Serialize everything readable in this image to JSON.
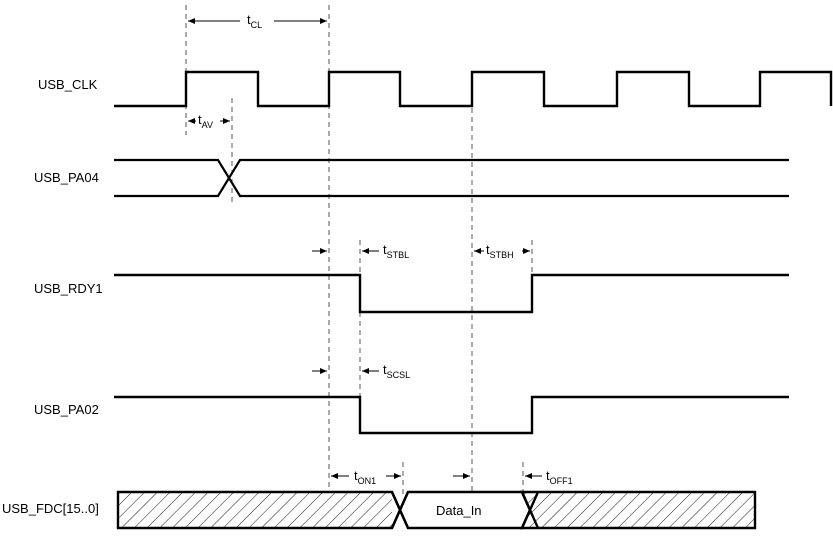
{
  "signals": [
    {
      "id": "clk",
      "label": "USB_CLK"
    },
    {
      "id": "pa04",
      "label": "USB_PA04"
    },
    {
      "id": "rdy1",
      "label": "USB_RDY1"
    },
    {
      "id": "pa02",
      "label": "USB_PA02"
    },
    {
      "id": "fdc",
      "label": "USB_FDC[15..0]"
    }
  ],
  "timings": {
    "tCL": {
      "main": "t",
      "sub": "CL"
    },
    "tAV": {
      "main": "t",
      "sub": "AV"
    },
    "tSTBL": {
      "main": "t",
      "sub": "STBL"
    },
    "tSTBH": {
      "main": "t",
      "sub": "STBH"
    },
    "tSCSL": {
      "main": "t",
      "sub": "SCSL"
    },
    "tON1": {
      "main": "t",
      "sub": "ON1"
    },
    "tOFF1": {
      "main": "t",
      "sub": "OFF1"
    }
  },
  "bus": {
    "data_label": "Data_In"
  }
}
